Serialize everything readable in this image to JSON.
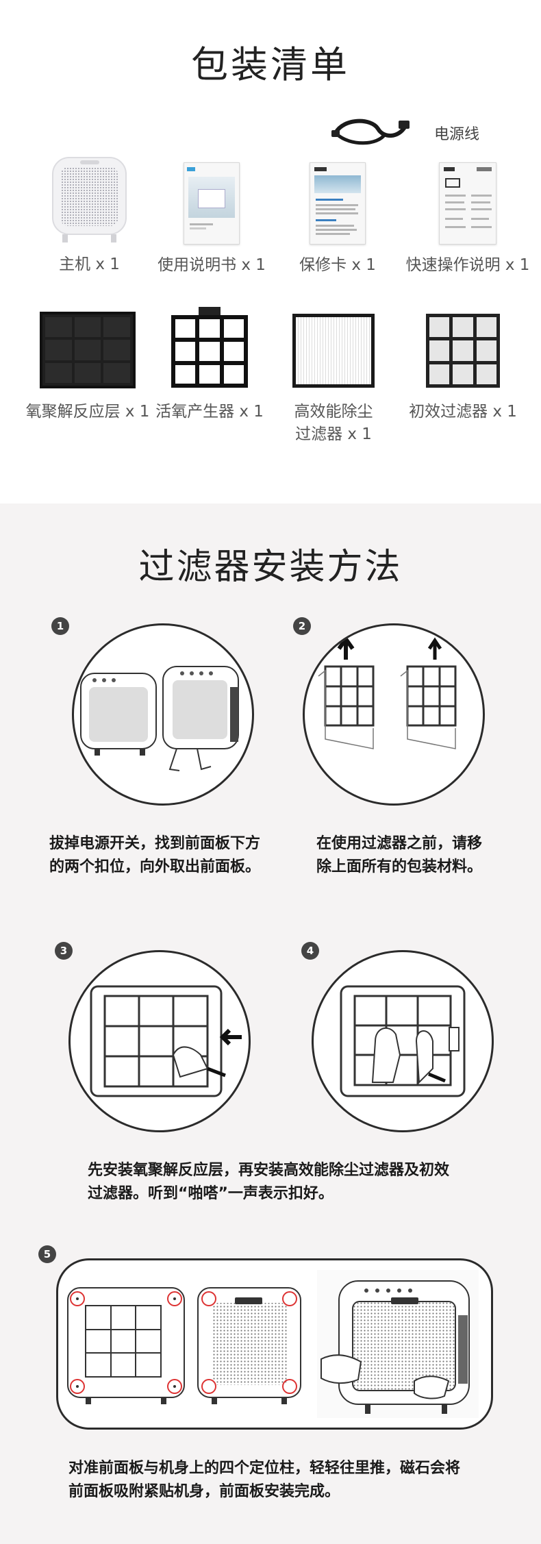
{
  "packing": {
    "title": "包装清单",
    "power_cord": "电源线",
    "items_row1": [
      {
        "label": "主机 x 1"
      },
      {
        "label": "使用说明书 x 1"
      },
      {
        "label": "保修卡 x 1"
      },
      {
        "label": "快速操作说明 x 1"
      }
    ],
    "items_row2": [
      {
        "label": "氧聚解反应层 x 1"
      },
      {
        "label": "活氧产生器 x 1"
      },
      {
        "label_line1": "高效能除尘",
        "label_line2": "过滤器 x 1"
      },
      {
        "label": "初效过滤器 x 1"
      }
    ]
  },
  "install": {
    "title": "过滤器安装方法",
    "steps": [
      {
        "num": "1",
        "line1": "拔掉电源开关，找到前面板下方",
        "line2": "的两个扣位，向外取出前面板。"
      },
      {
        "num": "2",
        "line1": "在使用过滤器之前，请移",
        "line2": "除上面所有的包装材料。"
      },
      {
        "num": "3"
      },
      {
        "num": "4"
      },
      {
        "num": "5",
        "line1": "对准前面板与机身上的四个定位柱，轻轻往里推，磁石会将",
        "line2": "前面板吸附紧贴机身，前面板安装完成。"
      }
    ],
    "step34_line1": "先安装氧聚解反应层，再安装高效能除尘过滤器及初效",
    "step34_line2": "过滤器。听到“啪嗒”一声表示扣好。"
  },
  "colors": {
    "section2_bg": "#f5f3f3",
    "badge": "#444444",
    "outline": "#2b2b2b"
  }
}
